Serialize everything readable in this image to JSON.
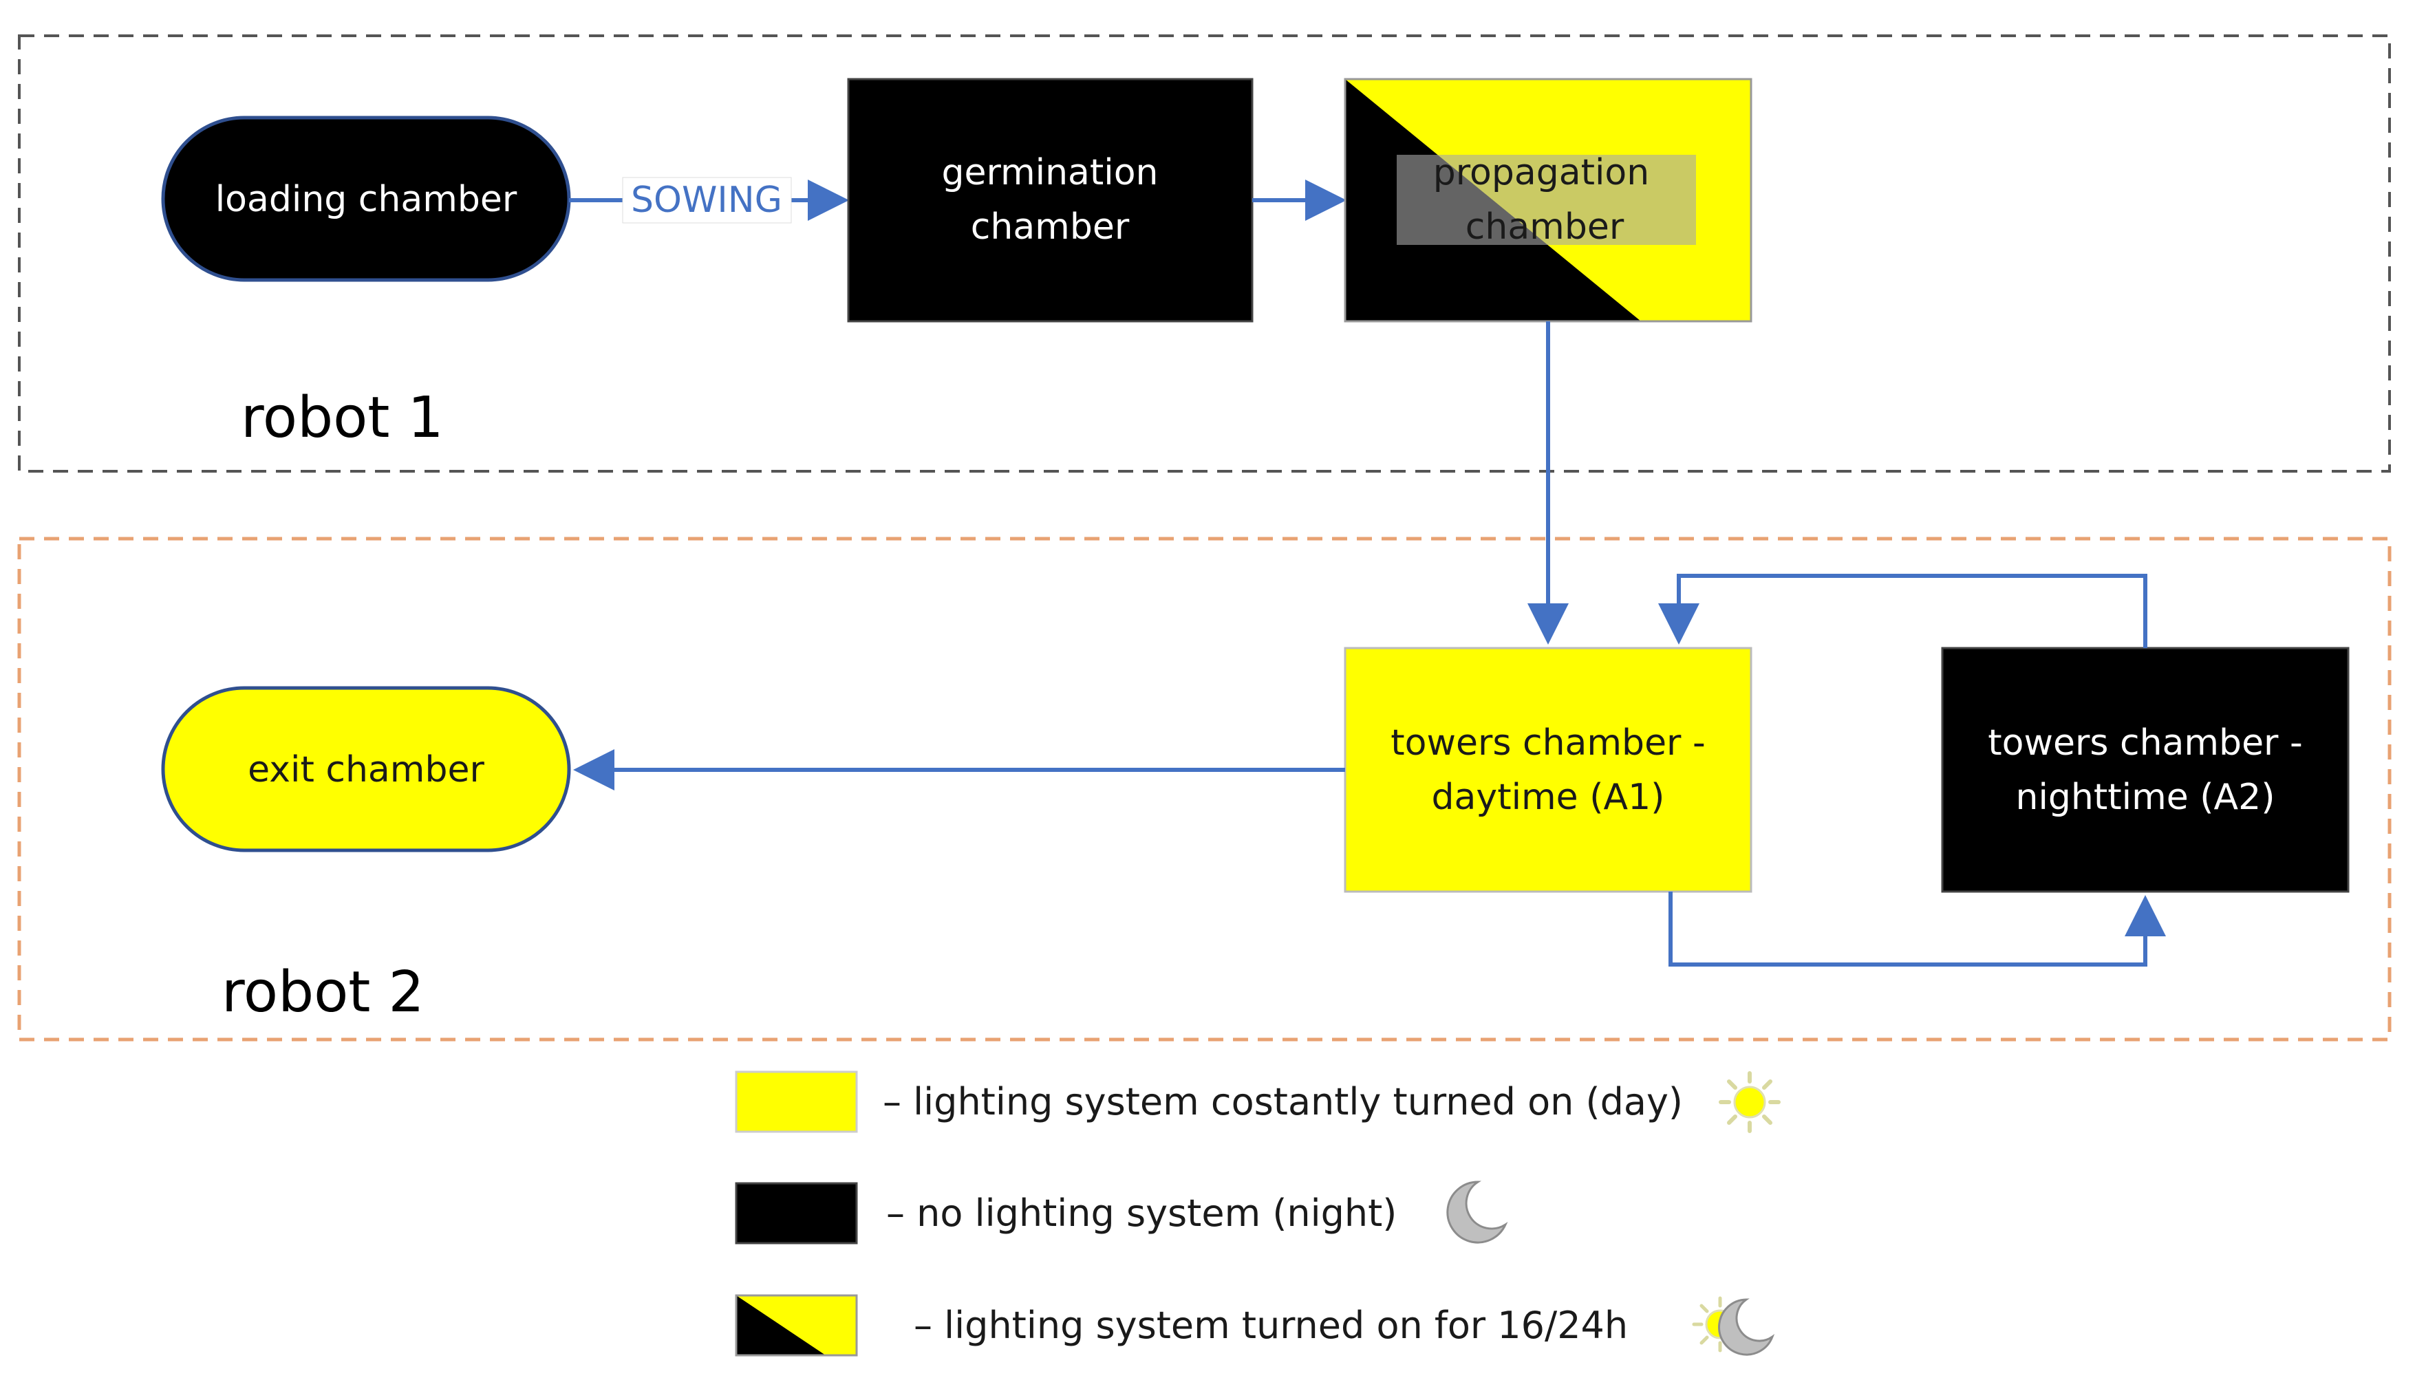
{
  "groups": {
    "robot1": {
      "label": "robot 1"
    },
    "robot2": {
      "label": "robot 2"
    }
  },
  "nodes": {
    "loading": {
      "label": "loading chamber"
    },
    "germination": {
      "line1": "germination",
      "line2": "chamber"
    },
    "propagation": {
      "line1": "propagation",
      "line2": "chamber"
    },
    "exit": {
      "label": "exit chamber"
    },
    "towers_day": {
      "line1": "towers chamber -",
      "line2": "daytime (A1)"
    },
    "towers_night": {
      "line1": "towers chamber -",
      "line2": "nighttime (A2)"
    }
  },
  "edges": {
    "sowing_label": "SOWING"
  },
  "legend": {
    "day": "– lighting system costantly turned on (day)",
    "night": "– no lighting system (night)",
    "mixed": "– lighting system turned on for 16/24h"
  },
  "colors": {
    "yellow": "#ffff00",
    "black": "#000000",
    "arrow": "#4472c4",
    "robot1_border": "#555555",
    "robot2_border": "#e8a272"
  }
}
